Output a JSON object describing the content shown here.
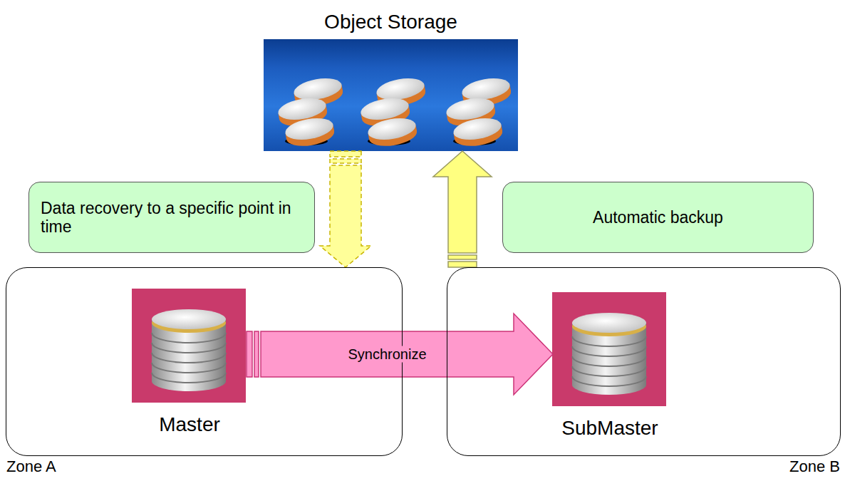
{
  "diagram": {
    "nodes": [
      {
        "text": [
          "Object Storage"
        ]
      },
      {
        "text": [
          "Data recovery to a specific point in time"
        ]
      },
      {
        "text": [
          "Automatic backup"
        ]
      },
      {
        "text": [
          "Zone A"
        ]
      },
      {
        "text": [
          "Master"
        ],
        "in": 3
      },
      {
        "text": [
          "Zone B"
        ]
      },
      {
        "text": [
          "SubMaster"
        ],
        "in": 5
      }
    ],
    "edges": [
      {
        "from": 0,
        "to": 3,
        "arrow": "to"
      },
      {
        "from": 5,
        "to": 0,
        "arrow": "to"
      },
      {
        "from": 4,
        "to": 6,
        "label": "Synchronize",
        "arrow": "to"
      }
    ]
  }
}
